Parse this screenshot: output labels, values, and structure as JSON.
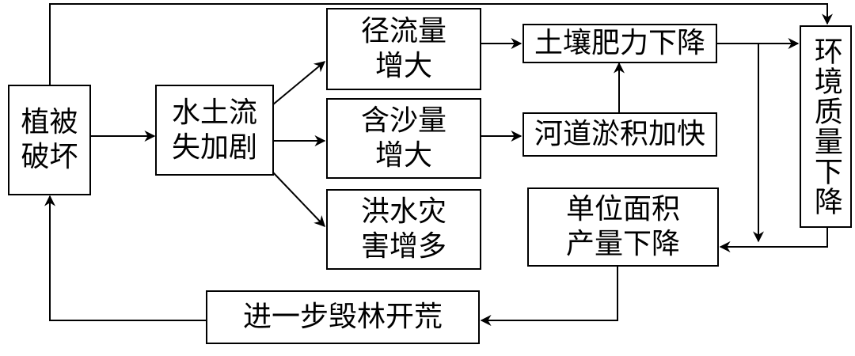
{
  "nodes": {
    "vegetation": "植被\n破坏",
    "soil_loss": "水土流\n失加剧",
    "runoff": "径流量\n增大",
    "sediment": "含沙量\n增大",
    "flood": "洪水灾\n害增多",
    "fertility": "土壤肥力下降",
    "river_silt": "河道淤积加快",
    "yield": "单位面积\n产量下降",
    "environment": "环境质量下降",
    "deforest": "进一步毁林开荒"
  }
}
